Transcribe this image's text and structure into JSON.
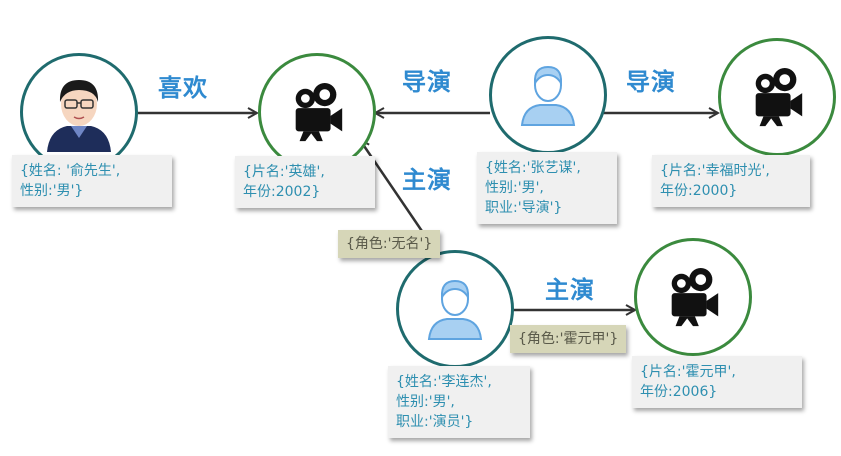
{
  "colors": {
    "person_border": "#1f6b6e",
    "movie_border": "#3b8a3e",
    "relation_label": "#2f8ad0",
    "prop_text": "#2e8fb0",
    "prop_bg": "#f0f0f0",
    "edge_prop_bg": "#d6d6b8",
    "edge_line": "#333333"
  },
  "nodes": {
    "yu": {
      "type": "person",
      "icon": "cartoon-avatar-icon",
      "props": "{姓名: '俞先生',\n性别:'男'}"
    },
    "hero": {
      "type": "movie",
      "icon": "movie-camera-icon",
      "props": "{片名:'英雄',\n年份:2002}"
    },
    "zhang": {
      "type": "person",
      "icon": "user-icon",
      "props": "{姓名:'张艺谋',\n性别:'男',\n职业:'导演'}"
    },
    "happy": {
      "type": "movie",
      "icon": "movie-camera-icon",
      "props": "{片名:'幸福时光',\n年份:2000}"
    },
    "li": {
      "type": "person",
      "icon": "user-icon",
      "props": "{姓名:'李连杰',\n性别:'男',\n职业:'演员'}"
    },
    "fearless": {
      "type": "movie",
      "icon": "movie-camera-icon",
      "props": "{片名:'霍元甲',\n年份:2006}"
    }
  },
  "edges": {
    "likes": {
      "label": "喜欢",
      "from": "yu",
      "to": "hero"
    },
    "directs_hero": {
      "label": "导演",
      "from": "zhang",
      "to": "hero"
    },
    "directs_happy": {
      "label": "导演",
      "from": "zhang",
      "to": "happy"
    },
    "acts_hero": {
      "label": "主演",
      "from": "li",
      "to": "hero",
      "props": "{角色:'无名'}"
    },
    "acts_fearless": {
      "label": "主演",
      "from": "li",
      "to": "fearless",
      "props": "{角色:'霍元甲'}"
    }
  }
}
